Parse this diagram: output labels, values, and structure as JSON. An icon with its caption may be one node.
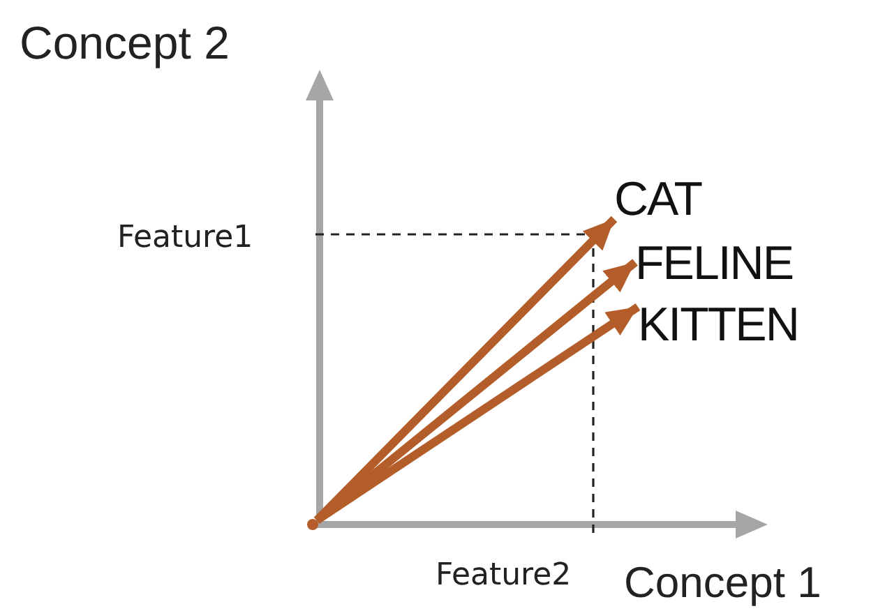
{
  "diagram": {
    "nodes": [
      {
        "text": [
          "CAT"
        ]
      },
      {
        "text": [
          "FELINE"
        ]
      },
      {
        "text": [
          "KITTEN"
        ]
      },
      {
        "text": [],
        "shape": "dot"
      }
    ],
    "edges": [
      {
        "from": 3,
        "to": 0,
        "arrow": "to"
      },
      {
        "from": 3,
        "to": 1,
        "arrow": "to"
      },
      {
        "from": 3,
        "to": 2,
        "arrow": "to"
      }
    ],
    "labels": [
      "Concept 2",
      "Feature1",
      "Feature2",
      "Concept 1"
    ]
  }
}
